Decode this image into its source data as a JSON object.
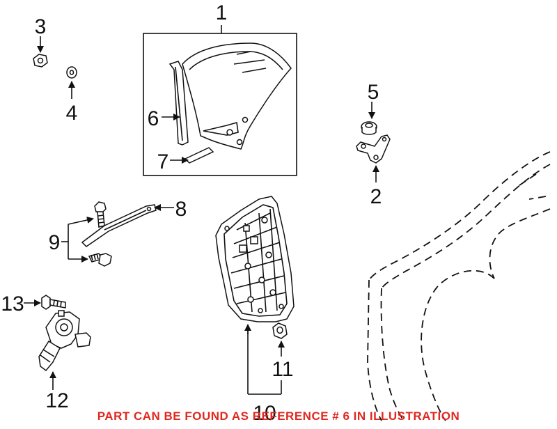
{
  "callouts": {
    "c1": "1",
    "c2": "2",
    "c3": "3",
    "c4": "4",
    "c5": "5",
    "c6": "6",
    "c7": "7",
    "c8": "8",
    "c9": "9",
    "c10": "10",
    "c11": "11",
    "c12": "12",
    "c13": "13"
  },
  "footer": {
    "text": "PART CAN BE FOUND AS REFERENCE # 6 IN ILLUSTRATION"
  },
  "colors": {
    "footer_text": "#e0281f",
    "line_art": "#111111"
  }
}
